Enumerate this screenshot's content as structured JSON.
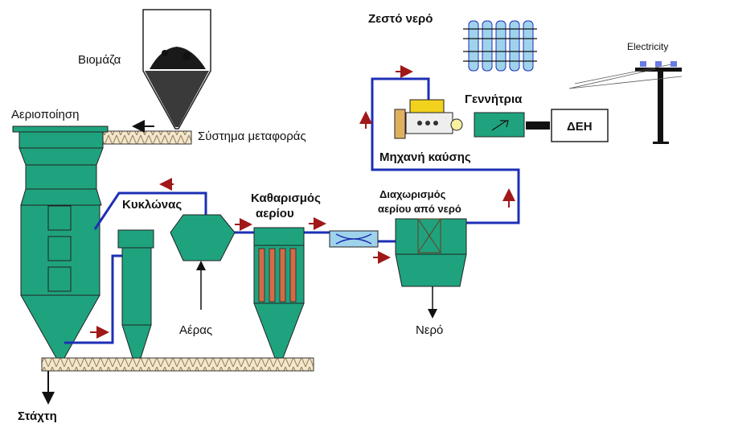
{
  "labels": {
    "biomass": "Βιομάζα",
    "gasification": "Αεριοποίηση",
    "conveyor": "Σύστημα μεταφοράς",
    "cyclone": "Κυκλώνας",
    "gas_cleaning_1": "Καθαρισμός",
    "gas_cleaning_2": "αερίου",
    "air": "Αέρας",
    "separation_1": "Διαχωρισμός",
    "separation_2": "αερίου από νερό",
    "water": "Νερό",
    "ash": "Στάχτη",
    "hot_water": "Ζεστό νερό",
    "generator": "Γεννήτρια",
    "engine": "Μηχανή καύσης",
    "utility": "ΔΕΗ",
    "electricity": "Electricity"
  },
  "colors": {
    "equipment": "#1fa37f",
    "pipe": "#1c2fb5",
    "arrow": "#a01818",
    "conveyor": "#f1e7cf",
    "filter_bars": "#d46b47",
    "hopper": "#3a3a3a"
  }
}
